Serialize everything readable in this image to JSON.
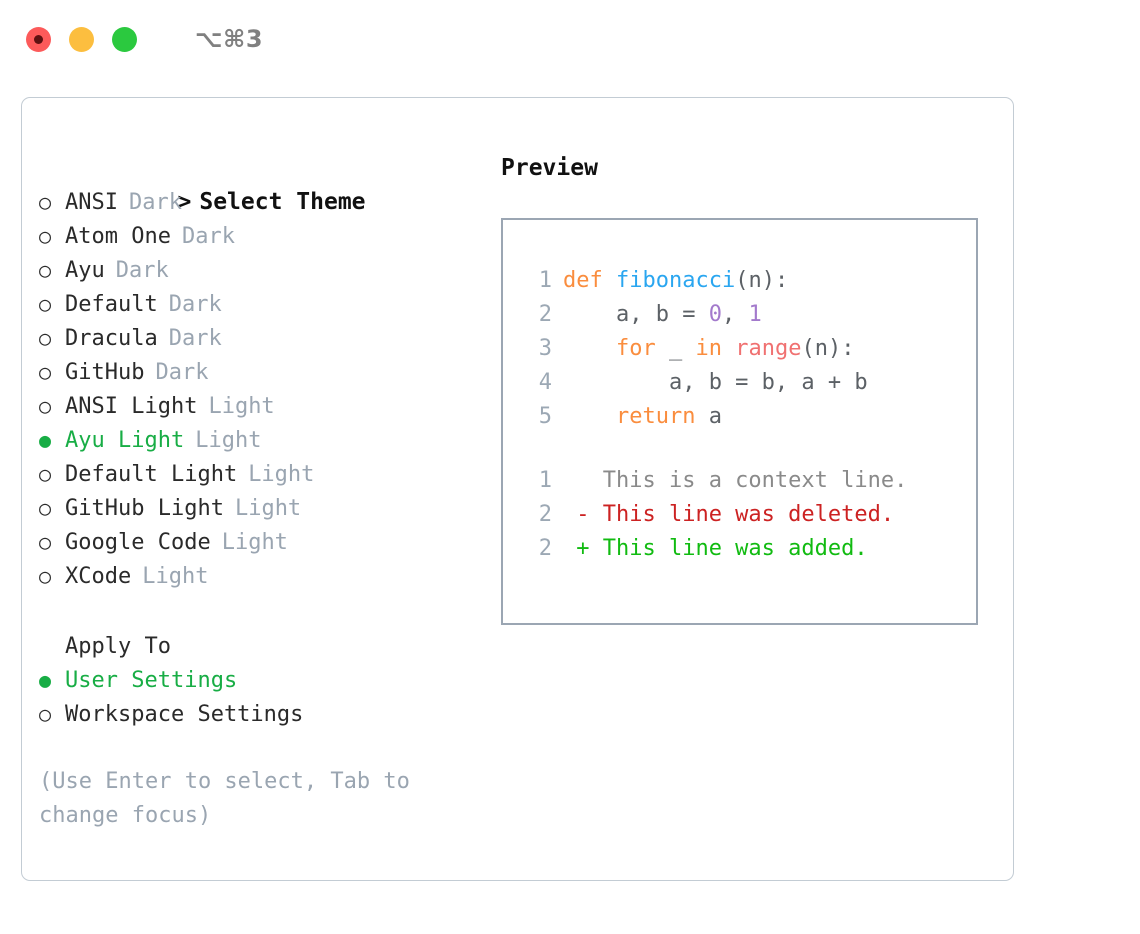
{
  "titlebar": {
    "shortcut": "⌥⌘3",
    "lights": [
      {
        "name": "close",
        "color": "#fc5a5a"
      },
      {
        "name": "minimize",
        "color": "#fcbe3f"
      },
      {
        "name": "maximize",
        "color": "#2bc93f"
      }
    ]
  },
  "theme_picker": {
    "caret": ">",
    "heading": "Select Theme",
    "marker_unselected": "○",
    "marker_selected": "●",
    "selected_color": "#18ad45",
    "items": [
      {
        "label": "ANSI",
        "tag": "Dark",
        "selected": false
      },
      {
        "label": "Atom One",
        "tag": "Dark",
        "selected": false
      },
      {
        "label": "Ayu",
        "tag": "Dark",
        "selected": false
      },
      {
        "label": "Default",
        "tag": "Dark",
        "selected": false
      },
      {
        "label": "Dracula",
        "tag": "Dark",
        "selected": false
      },
      {
        "label": "GitHub",
        "tag": "Dark",
        "selected": false
      },
      {
        "label": "ANSI Light",
        "tag": "Light",
        "selected": false
      },
      {
        "label": "Ayu Light",
        "tag": "Light",
        "selected": true
      },
      {
        "label": "Default Light",
        "tag": "Light",
        "selected": false
      },
      {
        "label": "GitHub Light",
        "tag": "Light",
        "selected": false
      },
      {
        "label": "Google Code",
        "tag": "Light",
        "selected": false
      },
      {
        "label": "XCode",
        "tag": "Light",
        "selected": false
      }
    ]
  },
  "apply_to": {
    "heading": "Apply To",
    "items": [
      {
        "label": "User Settings",
        "selected": true
      },
      {
        "label": "Workspace Settings",
        "selected": false
      }
    ]
  },
  "hint": "(Use Enter to select, Tab to change focus)",
  "preview": {
    "heading": "Preview",
    "code_lines": [
      {
        "lineno": "1",
        "tokens": [
          {
            "t": "def ",
            "c": "kw"
          },
          {
            "t": "fibonacci",
            "c": "fn"
          },
          {
            "t": "(n):",
            "c": "plain"
          }
        ]
      },
      {
        "lineno": "2",
        "tokens": [
          {
            "t": "    a, b = ",
            "c": "plain"
          },
          {
            "t": "0",
            "c": "num"
          },
          {
            "t": ", ",
            "c": "plain"
          },
          {
            "t": "1",
            "c": "num"
          }
        ]
      },
      {
        "lineno": "3",
        "tokens": [
          {
            "t": "    ",
            "c": "plain"
          },
          {
            "t": "for",
            "c": "kw"
          },
          {
            "t": " _ ",
            "c": "plain"
          },
          {
            "t": "in",
            "c": "kw"
          },
          {
            "t": " ",
            "c": "plain"
          },
          {
            "t": "range",
            "c": "bi"
          },
          {
            "t": "(n):",
            "c": "plain"
          }
        ]
      },
      {
        "lineno": "4",
        "tokens": [
          {
            "t": "        a, b = b, a + b",
            "c": "plain"
          }
        ]
      },
      {
        "lineno": "5",
        "tokens": [
          {
            "t": "    ",
            "c": "plain"
          },
          {
            "t": "return",
            "c": "kw"
          },
          {
            "t": " a",
            "c": "plain"
          }
        ]
      }
    ],
    "diff_lines": [
      {
        "lineno": "1",
        "marker": " ",
        "text": "This is a context line.",
        "kind": "context"
      },
      {
        "lineno": "2",
        "marker": "-",
        "text": "This line was deleted.",
        "kind": "del"
      },
      {
        "lineno": "2",
        "marker": "+",
        "text": "This line was added.",
        "kind": "add"
      }
    ]
  }
}
